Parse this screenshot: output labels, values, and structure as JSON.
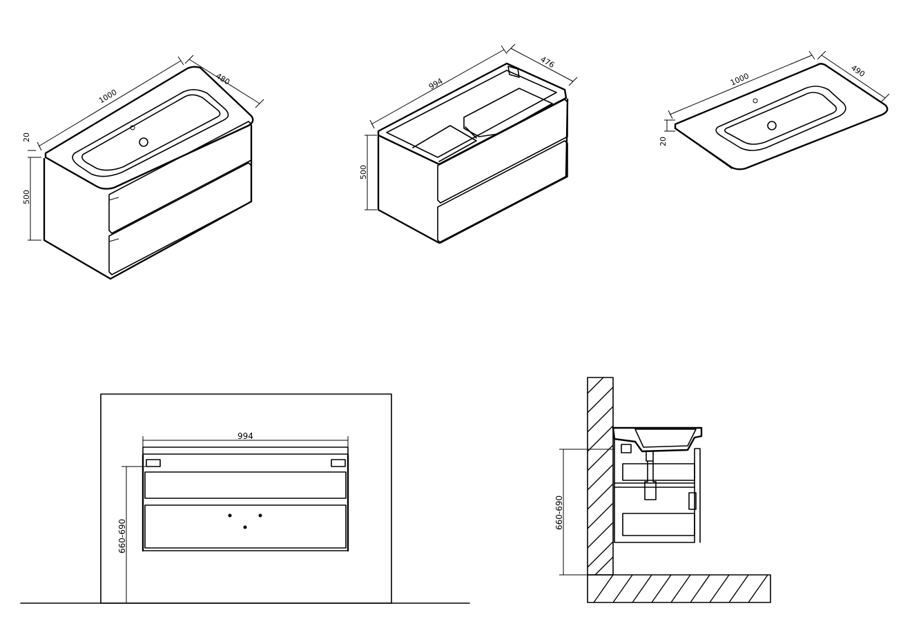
{
  "views": {
    "iso_cabinet_with_basin": {
      "width": "1000",
      "depth": "480",
      "top_thickness": "20",
      "height": "500"
    },
    "iso_cabinet_open": {
      "width": "994",
      "depth": "476",
      "height": "500"
    },
    "iso_basin": {
      "width": "1000",
      "depth": "490",
      "thickness": "20"
    },
    "front_elevation": {
      "width": "994",
      "install_height": "660-690"
    },
    "side_section": {
      "install_height": "660-690"
    }
  },
  "colors": {
    "line": "#000000",
    "background": "#ffffff"
  }
}
